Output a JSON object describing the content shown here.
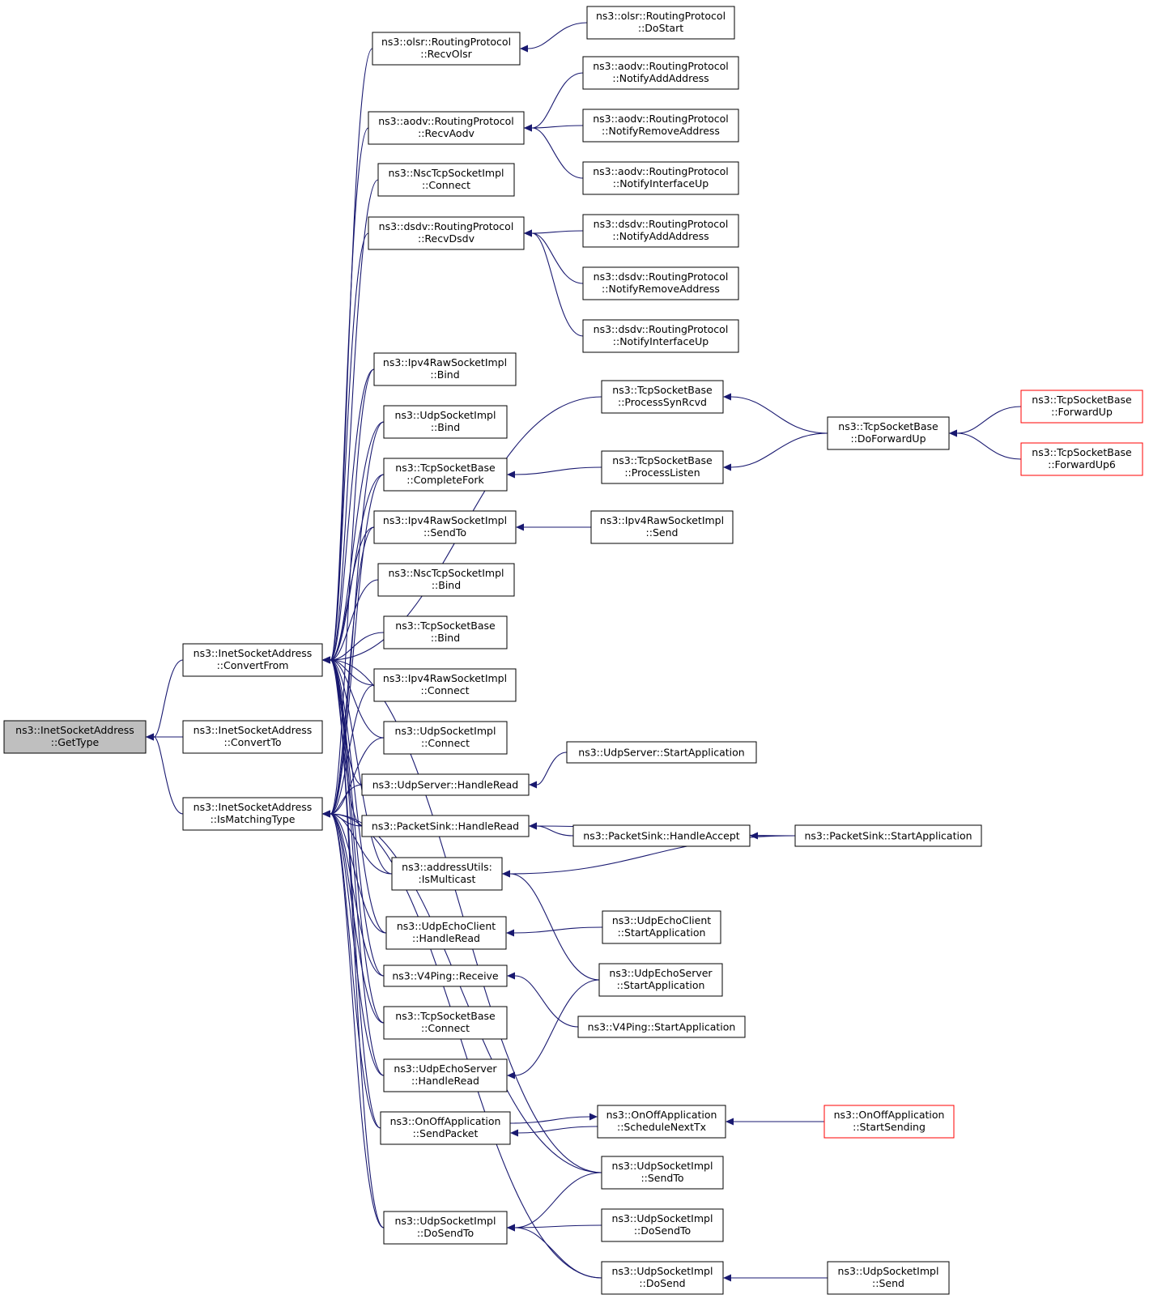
{
  "graph": {
    "edge_color": "#191970",
    "focus_fill": "#bfbfbf",
    "truncated_border": "#ff0000",
    "nodes": [
      {
        "id": "n0",
        "l1": "ns3::InetSocketAddress",
        "l2": "::GetType",
        "focus": true
      },
      {
        "id": "n1",
        "l1": "ns3::InetSocketAddress",
        "l2": "::ConvertFrom"
      },
      {
        "id": "n2",
        "l1": "ns3::InetSocketAddress",
        "l2": "::ConvertTo"
      },
      {
        "id": "n3",
        "l1": "ns3::InetSocketAddress",
        "l2": "::IsMatchingType"
      },
      {
        "id": "n4",
        "l1": "ns3::olsr::RoutingProtocol",
        "l2": "::RecvOlsr"
      },
      {
        "id": "n5",
        "l1": "ns3::aodv::RoutingProtocol",
        "l2": "::RecvAodv"
      },
      {
        "id": "n6",
        "l1": "ns3::NscTcpSocketImpl",
        "l2": "::Connect"
      },
      {
        "id": "n7",
        "l1": "ns3::dsdv::RoutingProtocol",
        "l2": "::RecvDsdv"
      },
      {
        "id": "n8",
        "l1": "ns3::Ipv4RawSocketImpl",
        "l2": "::Bind"
      },
      {
        "id": "n9",
        "l1": "ns3::UdpSocketImpl",
        "l2": "::Bind"
      },
      {
        "id": "n10",
        "l1": "ns3::TcpSocketBase",
        "l2": "::CompleteFork"
      },
      {
        "id": "n11",
        "l1": "ns3::Ipv4RawSocketImpl",
        "l2": "::SendTo"
      },
      {
        "id": "n12",
        "l1": "ns3::NscTcpSocketImpl",
        "l2": "::Bind"
      },
      {
        "id": "n13",
        "l1": "ns3::TcpSocketBase",
        "l2": "::Bind"
      },
      {
        "id": "n14",
        "l1": "ns3::Ipv4RawSocketImpl",
        "l2": "::Connect"
      },
      {
        "id": "n15",
        "l1": "ns3::UdpSocketImpl",
        "l2": "::Connect"
      },
      {
        "id": "n16",
        "l1": "ns3::UdpServer::HandleRead",
        "l2": ""
      },
      {
        "id": "n17",
        "l1": "ns3::PacketSink::HandleRead",
        "l2": ""
      },
      {
        "id": "n18",
        "l1": "ns3::addressUtils:",
        "l2": ":IsMulticast"
      },
      {
        "id": "n19",
        "l1": "ns3::UdpEchoClient",
        "l2": "::HandleRead"
      },
      {
        "id": "n20",
        "l1": "ns3::V4Ping::Receive",
        "l2": ""
      },
      {
        "id": "n21",
        "l1": "ns3::TcpSocketBase",
        "l2": "::Connect"
      },
      {
        "id": "n22",
        "l1": "ns3::UdpEchoServer",
        "l2": "::HandleRead"
      },
      {
        "id": "n23",
        "l1": "ns3::OnOffApplication",
        "l2": "::SendPacket"
      },
      {
        "id": "n24",
        "l1": "ns3::UdpSocketImpl",
        "l2": "::DoSendTo"
      },
      {
        "id": "n25",
        "l1": "ns3::olsr::RoutingProtocol",
        "l2": "::DoStart"
      },
      {
        "id": "n26",
        "l1": "ns3::aodv::RoutingProtocol",
        "l2": "::NotifyAddAddress"
      },
      {
        "id": "n27",
        "l1": "ns3::aodv::RoutingProtocol",
        "l2": "::NotifyRemoveAddress"
      },
      {
        "id": "n28",
        "l1": "ns3::aodv::RoutingProtocol",
        "l2": "::NotifyInterfaceUp"
      },
      {
        "id": "n29",
        "l1": "ns3::dsdv::RoutingProtocol",
        "l2": "::NotifyAddAddress"
      },
      {
        "id": "n30",
        "l1": "ns3::dsdv::RoutingProtocol",
        "l2": "::NotifyRemoveAddress"
      },
      {
        "id": "n31",
        "l1": "ns3::dsdv::RoutingProtocol",
        "l2": "::NotifyInterfaceUp"
      },
      {
        "id": "n32",
        "l1": "ns3::TcpSocketBase",
        "l2": "::ProcessSynRcvd"
      },
      {
        "id": "n33",
        "l1": "ns3::TcpSocketBase",
        "l2": "::ProcessListen"
      },
      {
        "id": "n34",
        "l1": "ns3::Ipv4RawSocketImpl",
        "l2": "::Send"
      },
      {
        "id": "n35",
        "l1": "ns3::UdpServer::StartApplication",
        "l2": ""
      },
      {
        "id": "n36",
        "l1": "ns3::PacketSink::HandleAccept",
        "l2": ""
      },
      {
        "id": "n37",
        "l1": "ns3::UdpEchoClient",
        "l2": "::StartApplication"
      },
      {
        "id": "n38",
        "l1": "ns3::UdpEchoServer",
        "l2": "::StartApplication"
      },
      {
        "id": "n39",
        "l1": "ns3::V4Ping::StartApplication",
        "l2": ""
      },
      {
        "id": "n40",
        "l1": "ns3::OnOffApplication",
        "l2": "::ScheduleNextTx"
      },
      {
        "id": "n41",
        "l1": "ns3::UdpSocketImpl",
        "l2": "::SendTo"
      },
      {
        "id": "n42",
        "l1": "ns3::UdpSocketImpl",
        "l2": "::DoSendTo"
      },
      {
        "id": "n43",
        "l1": "ns3::UdpSocketImpl",
        "l2": "::DoSend"
      },
      {
        "id": "n44",
        "l1": "ns3::TcpSocketBase",
        "l2": "::DoForwardUp"
      },
      {
        "id": "n45",
        "l1": "ns3::PacketSink::StartApplication",
        "l2": ""
      },
      {
        "id": "n46",
        "l1": "ns3::OnOffApplication",
        "l2": "::StartSending",
        "truncated": true
      },
      {
        "id": "n47",
        "l1": "ns3::UdpSocketImpl",
        "l2": "::Send"
      },
      {
        "id": "n48",
        "l1": "ns3::TcpSocketBase",
        "l2": "::ForwardUp",
        "truncated": true
      },
      {
        "id": "n49",
        "l1": "ns3::TcpSocketBase",
        "l2": "::ForwardUp6",
        "truncated": true
      }
    ],
    "edges": [
      {
        "from": "n1",
        "to": "n0"
      },
      {
        "from": "n2",
        "to": "n0"
      },
      {
        "from": "n3",
        "to": "n0"
      },
      {
        "from": "n4",
        "to": "n1"
      },
      {
        "from": "n5",
        "to": "n1"
      },
      {
        "from": "n6",
        "to": "n1"
      },
      {
        "from": "n7",
        "to": "n1"
      },
      {
        "from": "n8",
        "to": "n1"
      },
      {
        "from": "n9",
        "to": "n1"
      },
      {
        "from": "n10",
        "to": "n1"
      },
      {
        "from": "n11",
        "to": "n1"
      },
      {
        "from": "n12",
        "to": "n1"
      },
      {
        "from": "n13",
        "to": "n1"
      },
      {
        "from": "n14",
        "to": "n1"
      },
      {
        "from": "n15",
        "to": "n1"
      },
      {
        "from": "n16",
        "to": "n1"
      },
      {
        "from": "n17",
        "to": "n1"
      },
      {
        "from": "n18",
        "to": "n1"
      },
      {
        "from": "n19",
        "to": "n1"
      },
      {
        "from": "n20",
        "to": "n1"
      },
      {
        "from": "n21",
        "to": "n1"
      },
      {
        "from": "n22",
        "to": "n1"
      },
      {
        "from": "n23",
        "to": "n1"
      },
      {
        "from": "n24",
        "to": "n1"
      },
      {
        "from": "n32",
        "to": "n1"
      },
      {
        "from": "n41",
        "to": "n1"
      },
      {
        "from": "n8",
        "to": "n3"
      },
      {
        "from": "n9",
        "to": "n3"
      },
      {
        "from": "n10",
        "to": "n3"
      },
      {
        "from": "n11",
        "to": "n3"
      },
      {
        "from": "n14",
        "to": "n3"
      },
      {
        "from": "n15",
        "to": "n3"
      },
      {
        "from": "n16",
        "to": "n3"
      },
      {
        "from": "n17",
        "to": "n3"
      },
      {
        "from": "n18",
        "to": "n3"
      },
      {
        "from": "n19",
        "to": "n3"
      },
      {
        "from": "n20",
        "to": "n3"
      },
      {
        "from": "n21",
        "to": "n3"
      },
      {
        "from": "n22",
        "to": "n3"
      },
      {
        "from": "n23",
        "to": "n3"
      },
      {
        "from": "n24",
        "to": "n3"
      },
      {
        "from": "n41",
        "to": "n3"
      },
      {
        "from": "n43",
        "to": "n3"
      },
      {
        "from": "n25",
        "to": "n4"
      },
      {
        "from": "n26",
        "to": "n5"
      },
      {
        "from": "n27",
        "to": "n5"
      },
      {
        "from": "n28",
        "to": "n5"
      },
      {
        "from": "n29",
        "to": "n7"
      },
      {
        "from": "n30",
        "to": "n7"
      },
      {
        "from": "n31",
        "to": "n7"
      },
      {
        "from": "n33",
        "to": "n10"
      },
      {
        "from": "n34",
        "to": "n11"
      },
      {
        "from": "n35",
        "to": "n16"
      },
      {
        "from": "n36",
        "to": "n17"
      },
      {
        "from": "n45",
        "to": "n17"
      },
      {
        "from": "n45",
        "to": "n18"
      },
      {
        "from": "n38",
        "to": "n18"
      },
      {
        "from": "n37",
        "to": "n19"
      },
      {
        "from": "n39",
        "to": "n20"
      },
      {
        "from": "n38",
        "to": "n22"
      },
      {
        "from": "n40",
        "to": "n23"
      },
      {
        "from": "n23",
        "to": "n40"
      },
      {
        "from": "n41",
        "to": "n24"
      },
      {
        "from": "n42",
        "to": "n24"
      },
      {
        "from": "n43",
        "to": "n24"
      },
      {
        "from": "n44",
        "to": "n32"
      },
      {
        "from": "n44",
        "to": "n33"
      },
      {
        "from": "n45",
        "to": "n36"
      },
      {
        "from": "n46",
        "to": "n40"
      },
      {
        "from": "n47",
        "to": "n43"
      },
      {
        "from": "n48",
        "to": "n44"
      },
      {
        "from": "n49",
        "to": "n44"
      }
    ]
  }
}
